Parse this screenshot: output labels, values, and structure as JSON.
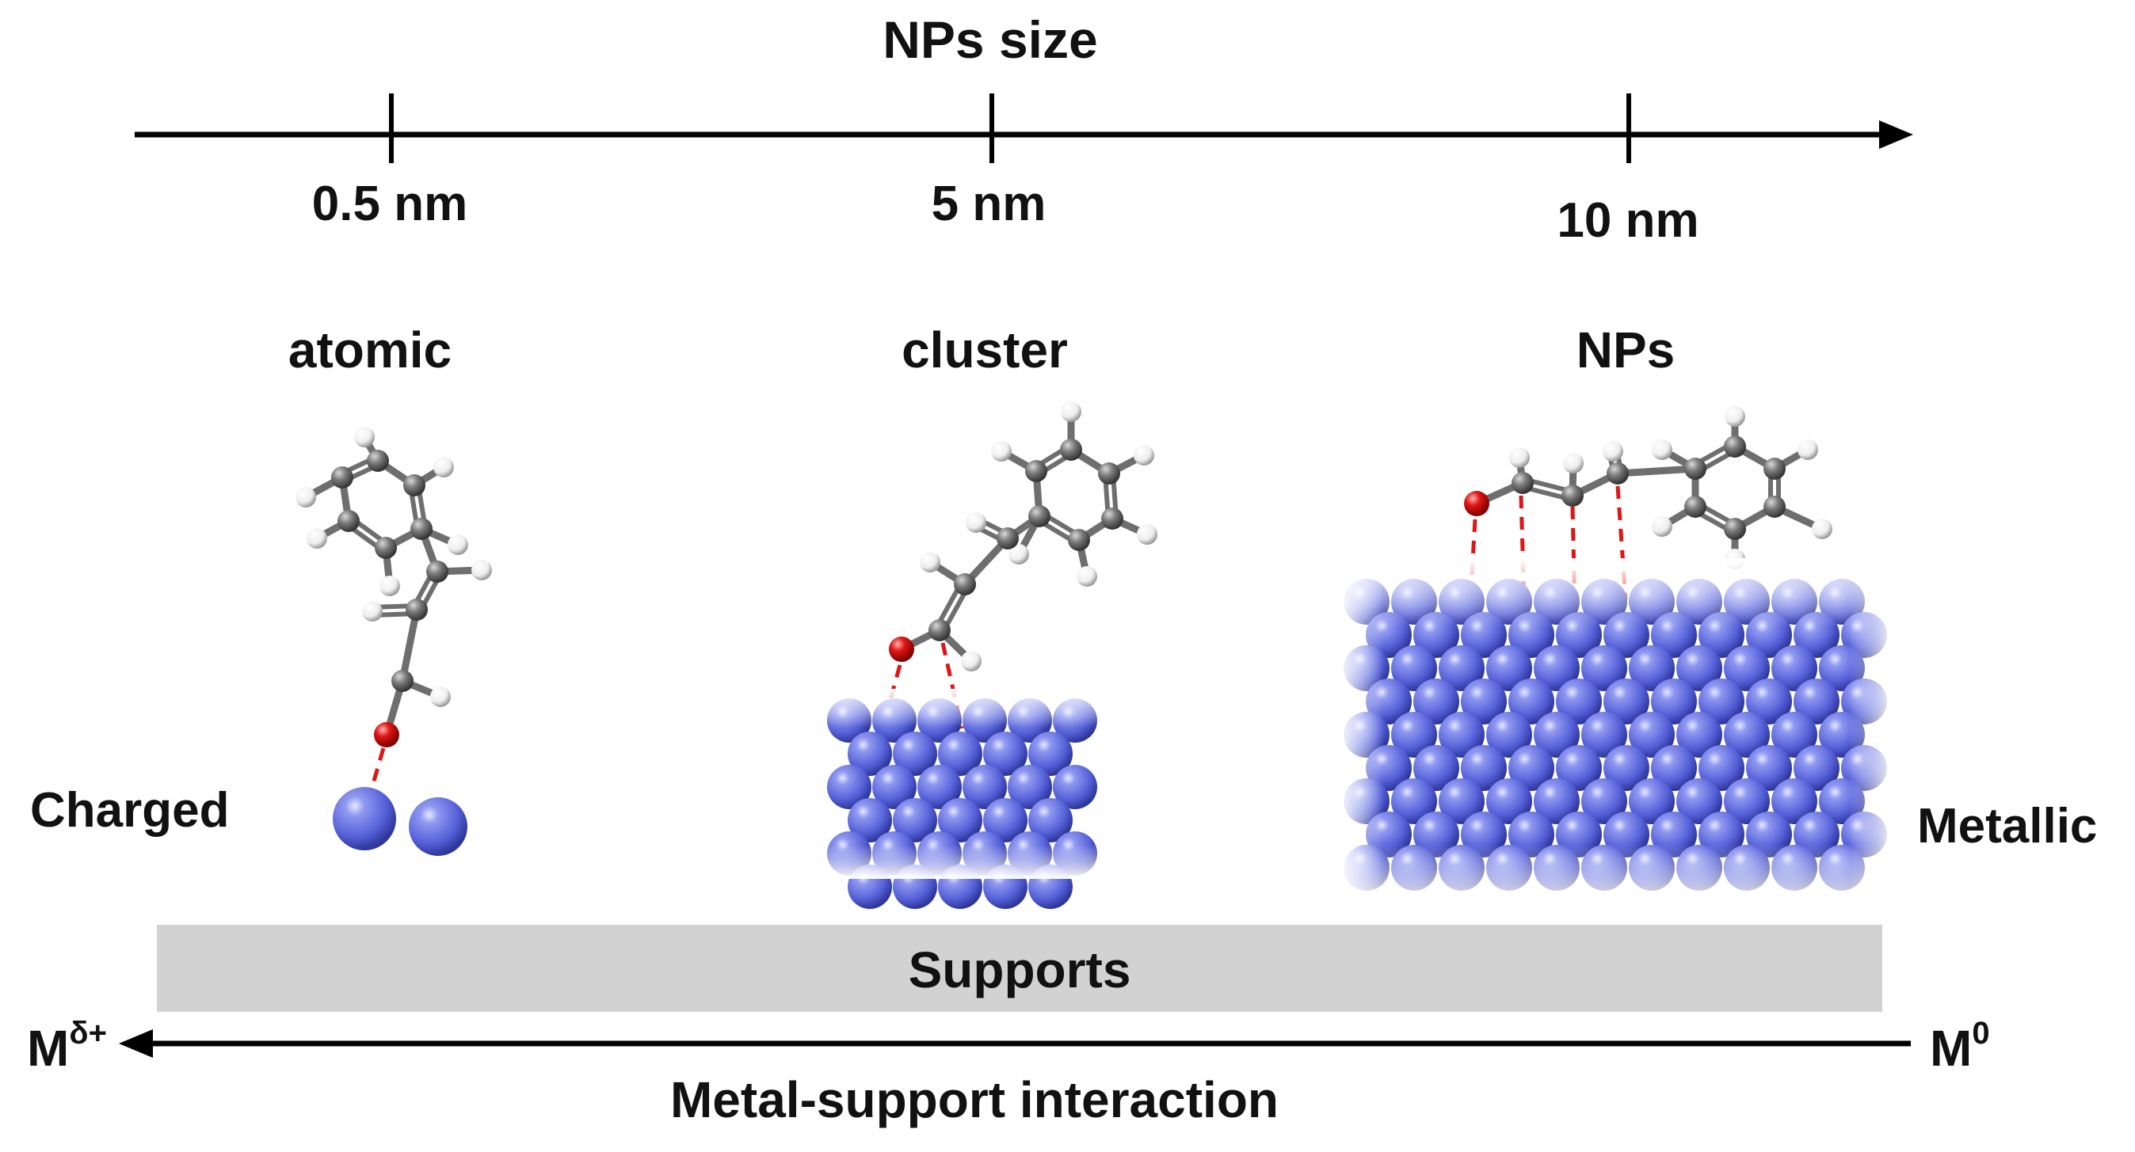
{
  "size_axis": {
    "title": "NPs size",
    "ticks": [
      {
        "label": "0.5 nm"
      },
      {
        "label": "5 nm"
      },
      {
        "label": "10 nm"
      }
    ]
  },
  "categories": {
    "atomic": "atomic",
    "cluster": "cluster",
    "nps": "NPs"
  },
  "states": {
    "left": "Charged",
    "right": "Metallic"
  },
  "supports": {
    "label": "Supports"
  },
  "interaction_axis": {
    "title": "Metal-support interaction",
    "left_base": "M",
    "left_sup": "δ+",
    "right_base": "M",
    "right_sup": "0"
  },
  "colors": {
    "metal_atom": "#5a66dd",
    "carbon": "#6e6e6e",
    "hydrogen": "#ffffff",
    "oxygen": "#e01010",
    "interaction_line": "#e01515",
    "supports": "#d2d2d2"
  }
}
